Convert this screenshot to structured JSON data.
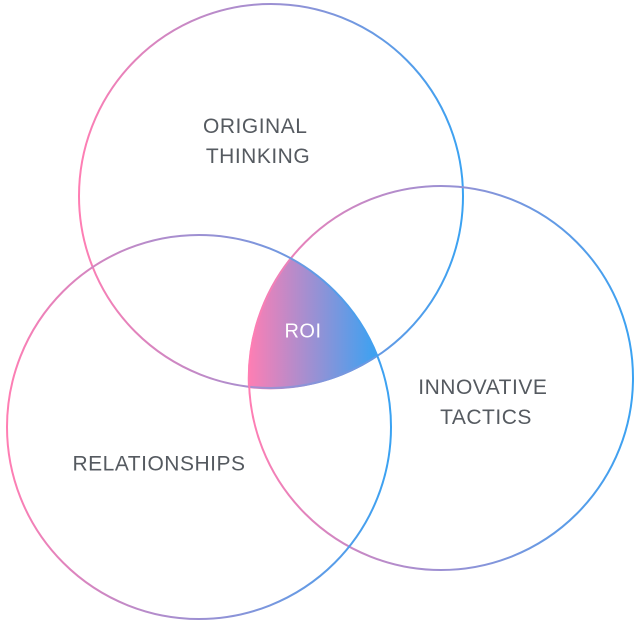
{
  "diagram": {
    "type": "venn-3",
    "sets": [
      {
        "id": "original",
        "lines": [
          "ORIGINAL",
          "THINKING"
        ]
      },
      {
        "id": "tactics",
        "lines": [
          "INNOVATIVE",
          "TACTICS"
        ]
      },
      {
        "id": "relationships",
        "lines": [
          "RELATIONSHIPS"
        ]
      }
    ],
    "intersection": {
      "label": "ROI"
    },
    "colors": {
      "gradient_start": "#ff7eb3",
      "gradient_end": "#3aa2f2",
      "label": "#555a60",
      "intersection_label": "#ffffff"
    }
  }
}
